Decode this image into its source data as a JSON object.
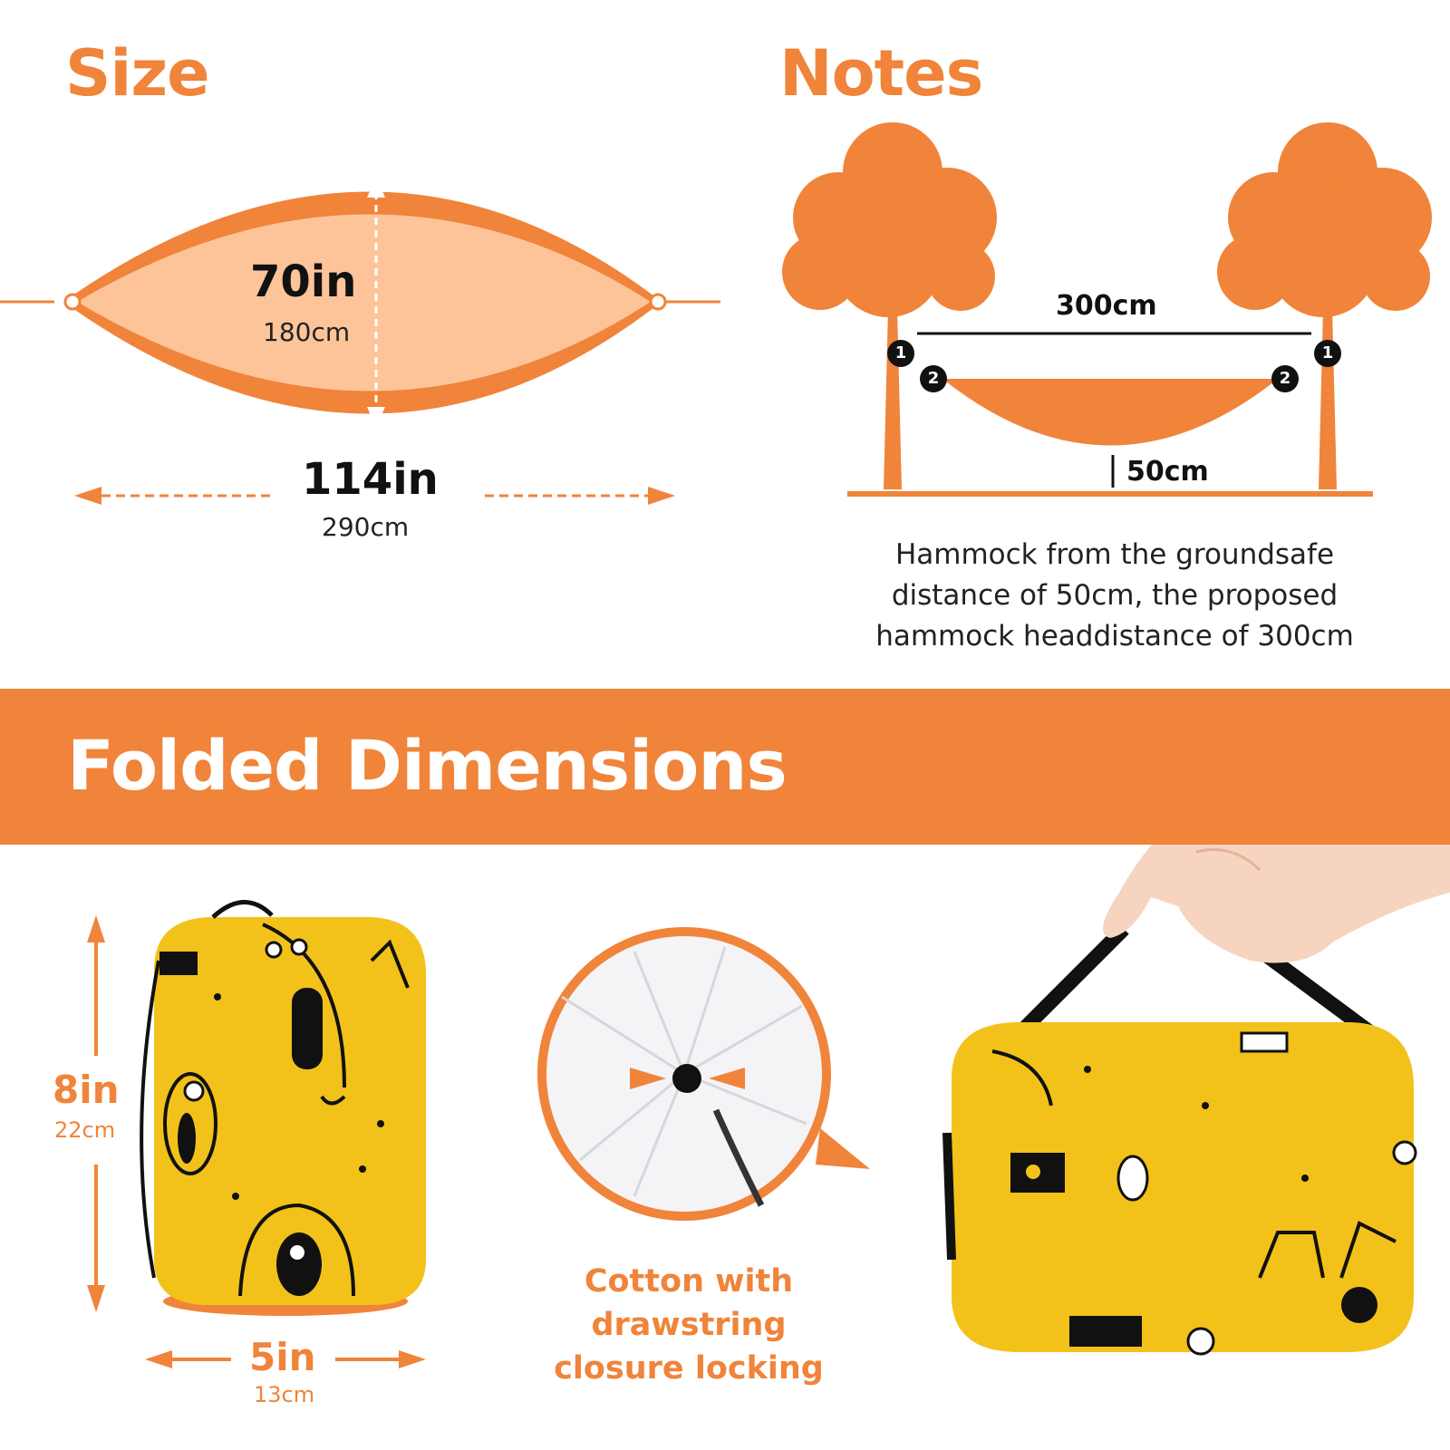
{
  "size_section": {
    "title": "Size",
    "width": {
      "imperial": "70in",
      "metric": "180cm"
    },
    "length": {
      "imperial": "114in",
      "metric": "290cm"
    }
  },
  "notes_section": {
    "title": "Notes",
    "distance_label": "300cm",
    "height_label": "50cm",
    "marker_1": "1",
    "marker_2": "2",
    "description_lines": [
      "Hammock from the groundsafe",
      "distance of 50cm, the proposed",
      "hammock headdistance of 300cm"
    ]
  },
  "folded_section": {
    "title": "Folded Dimensions",
    "height": {
      "imperial": "8in",
      "metric": "22cm"
    },
    "width": {
      "imperial": "5in",
      "metric": "13cm"
    },
    "caption_lines": [
      "Cotton with drawstring",
      "closure locking"
    ]
  },
  "colors": {
    "accent": "#f0843a",
    "hammock_fill": "#fdc49a",
    "bag_yellow": "#f2c21a"
  }
}
